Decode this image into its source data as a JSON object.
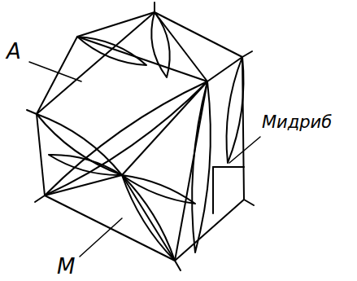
{
  "diagram": {
    "labels": [
      "А",
      "Мидриб",
      "М"
    ]
  }
}
